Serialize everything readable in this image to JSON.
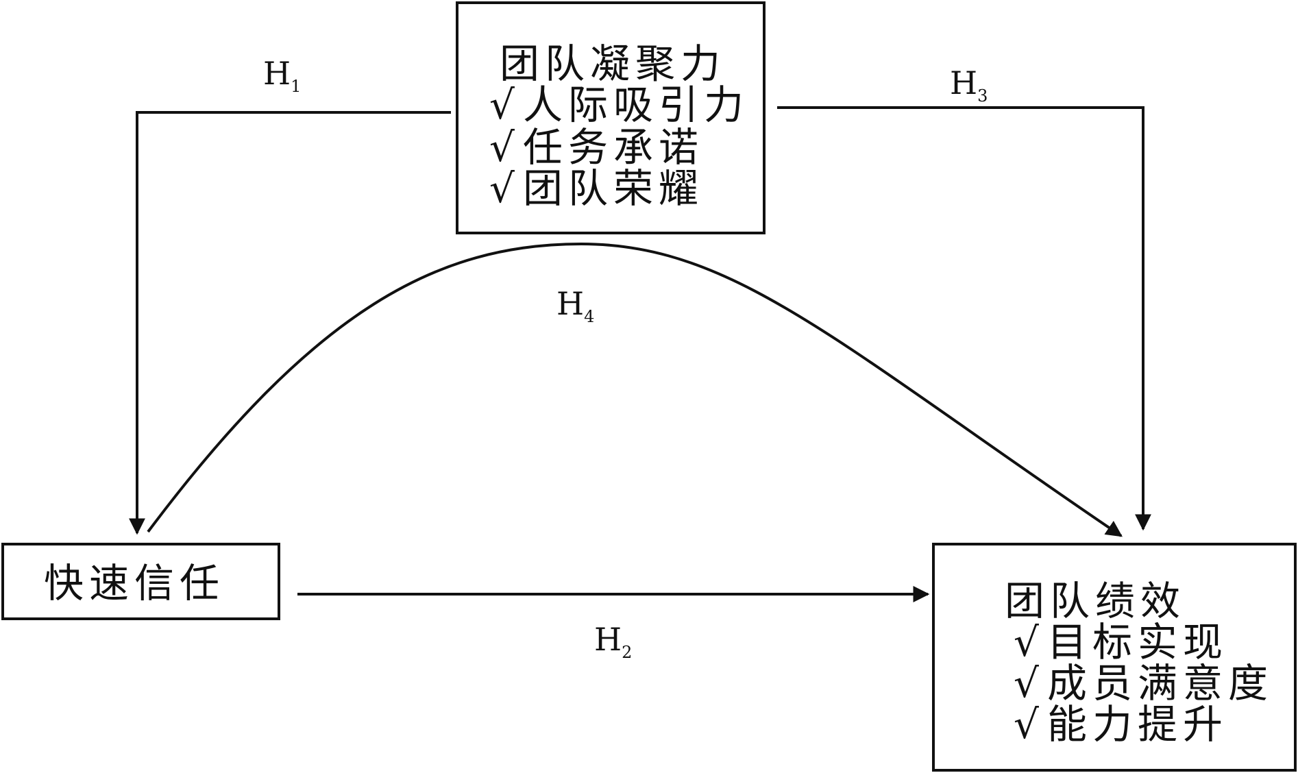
{
  "nodes": {
    "cohesion": {
      "title": "团队凝聚力",
      "items": [
        "人际吸引力",
        "任务承诺",
        "团队荣耀"
      ]
    },
    "trust": {
      "title": "快速信任"
    },
    "performance": {
      "title": "团队绩效",
      "items": [
        "目标实现",
        "成员满意度",
        "能力提升"
      ]
    }
  },
  "check_mark": "√",
  "hypotheses": [
    {
      "id": "H1",
      "letter": "H",
      "num": "1",
      "from": "cohesion",
      "to": "trust"
    },
    {
      "id": "H2",
      "letter": "H",
      "num": "2",
      "from": "trust",
      "to": "performance"
    },
    {
      "id": "H3",
      "letter": "H",
      "num": "3",
      "from": "cohesion",
      "to": "performance"
    },
    {
      "id": "H4",
      "letter": "H",
      "num": "4",
      "from": "trust",
      "to": "performance"
    }
  ],
  "colors": {
    "line": "#111111",
    "background": "#ffffff"
  }
}
